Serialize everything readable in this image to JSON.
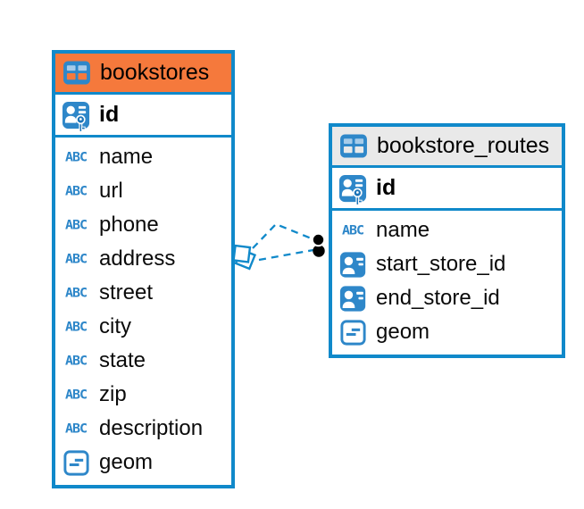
{
  "colors": {
    "accent_blue": "#1089CA",
    "icon_blue": "#2E87C9",
    "key_dark_blue": "#1C74B8",
    "orange_header": "#F5793C",
    "gray_header": "#E9E9E9",
    "cell_light_blue": "#A6CBE9",
    "text": "#000000",
    "relationship_dot": "#000000"
  },
  "icons": {
    "text_label": "ABC"
  },
  "tables": [
    {
      "name": "bookstores",
      "header_style": "orange",
      "columns": [
        {
          "name": "id",
          "icon": "primary-key-icon",
          "primary": true
        },
        {
          "name": "name",
          "icon": "text-type-icon"
        },
        {
          "name": "url",
          "icon": "text-type-icon"
        },
        {
          "name": "phone",
          "icon": "text-type-icon"
        },
        {
          "name": "address",
          "icon": "text-type-icon"
        },
        {
          "name": "street",
          "icon": "text-type-icon"
        },
        {
          "name": "city",
          "icon": "text-type-icon"
        },
        {
          "name": "state",
          "icon": "text-type-icon"
        },
        {
          "name": "zip",
          "icon": "text-type-icon"
        },
        {
          "name": "description",
          "icon": "text-type-icon"
        },
        {
          "name": "geom",
          "icon": "geometry-type-icon"
        }
      ]
    },
    {
      "name": "bookstore_routes",
      "header_style": "gray",
      "columns": [
        {
          "name": "id",
          "icon": "primary-key-icon",
          "primary": true
        },
        {
          "name": "name",
          "icon": "text-type-icon"
        },
        {
          "name": "start_store_id",
          "icon": "reference-type-icon"
        },
        {
          "name": "end_store_id",
          "icon": "reference-type-icon"
        },
        {
          "name": "geom",
          "icon": "geometry-type-icon"
        }
      ]
    }
  ],
  "relationship": {
    "from_table": "bookstores",
    "to_table": "bookstore_routes",
    "line_style": "dashed",
    "line_count": 2,
    "source_marker": "stacked-squares",
    "target_marker": "two-filled-dots"
  }
}
